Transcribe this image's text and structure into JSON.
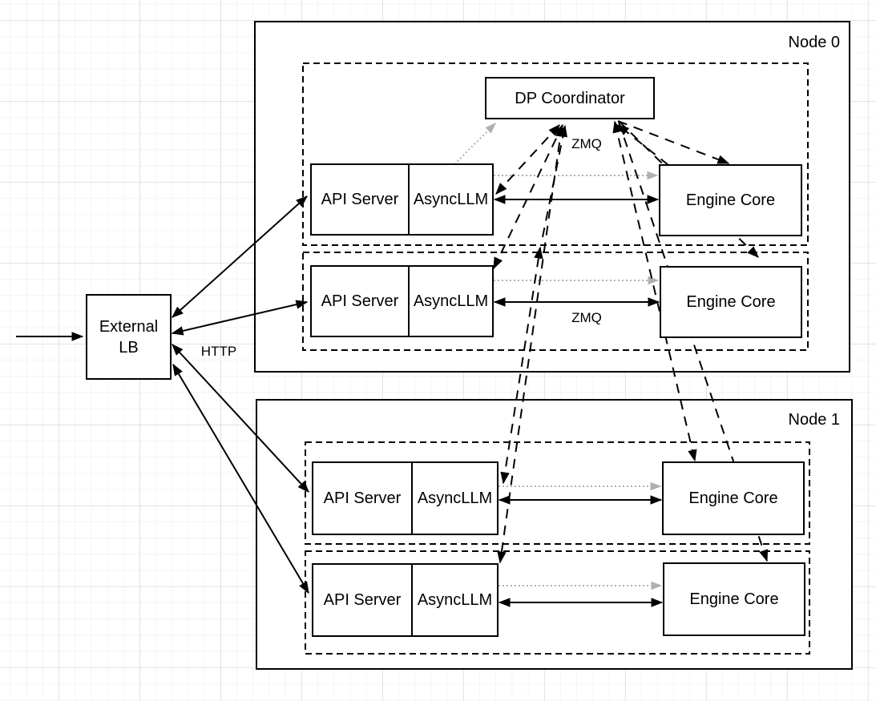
{
  "colors": {
    "stroke": "#000000",
    "dotted_gray": "#b0b0b0",
    "background": "#ffffff"
  },
  "nodes": [
    {
      "label": "Node 0"
    },
    {
      "label": "Node 1"
    }
  ],
  "external_lb": {
    "label": "External LB",
    "line1": "External",
    "line2": "LB"
  },
  "dp_coordinator": {
    "label": "DP Coordinator"
  },
  "edge_labels": {
    "http": "HTTP",
    "zmq_coordinator": "ZMQ",
    "zmq_engine": "ZMQ"
  },
  "rows": [
    {
      "api_server": "API Server",
      "async_llm": "AsyncLLM",
      "engine_core": "Engine Core"
    },
    {
      "api_server": "API Server",
      "async_llm": "AsyncLLM",
      "engine_core": "Engine Core"
    },
    {
      "api_server": "API Server",
      "async_llm": "AsyncLLM",
      "engine_core": "Engine Core"
    },
    {
      "api_server": "API Server",
      "async_llm": "AsyncLLM",
      "engine_core": "Engine Core"
    }
  ]
}
